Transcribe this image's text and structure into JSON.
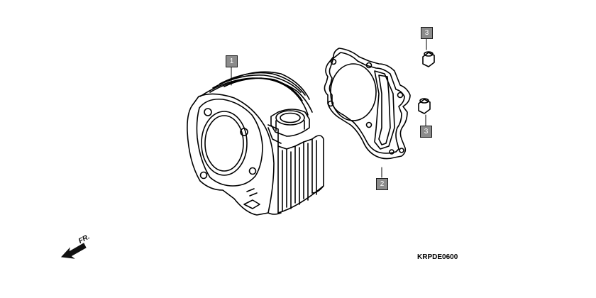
{
  "callouts": {
    "cylinder": "1",
    "gasket": "2",
    "dowel_top": "3",
    "dowel_bottom": "3"
  },
  "direction_label": "FR.",
  "diagram_code": "KRPDE0600"
}
